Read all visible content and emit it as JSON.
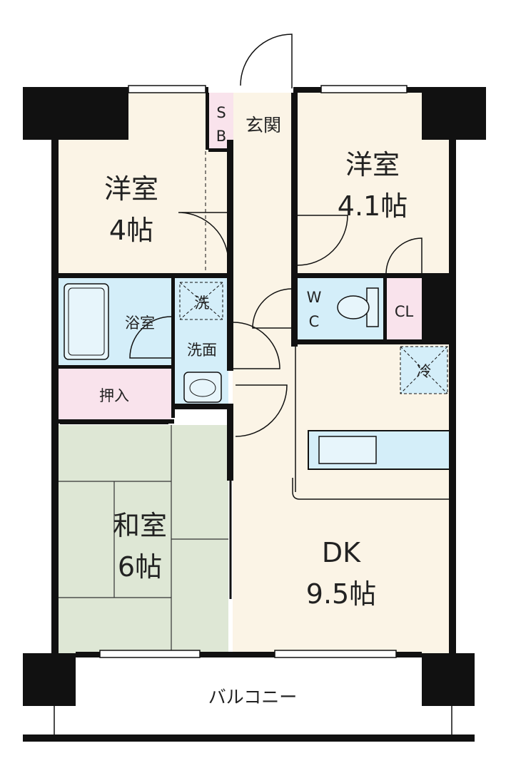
{
  "colors": {
    "room_floor": "#FBF4E6",
    "wet_area": "#D4EEF9",
    "closet": "#F9E3EC",
    "tatami": "#DEE7D5",
    "wall": "#111111",
    "background": "#FFFFFF"
  },
  "rooms": {
    "western_left": {
      "name": "洋室",
      "size": "4帖"
    },
    "western_right": {
      "name": "洋室",
      "size": "4.1帖"
    },
    "japanese": {
      "name": "和室",
      "size": "6帖"
    },
    "dk": {
      "name": "DK",
      "size": "9.5帖"
    }
  },
  "labels": {
    "entrance": "玄関",
    "shoe_box_top": "S",
    "shoe_box_bottom": "B",
    "bath": "浴室",
    "washer": "洗",
    "washroom": "洗面",
    "wc_top": "W",
    "wc_bottom": "C",
    "closet": "CL",
    "oshiire": "押入",
    "fridge": "冷",
    "balcony": "バルコニー"
  }
}
